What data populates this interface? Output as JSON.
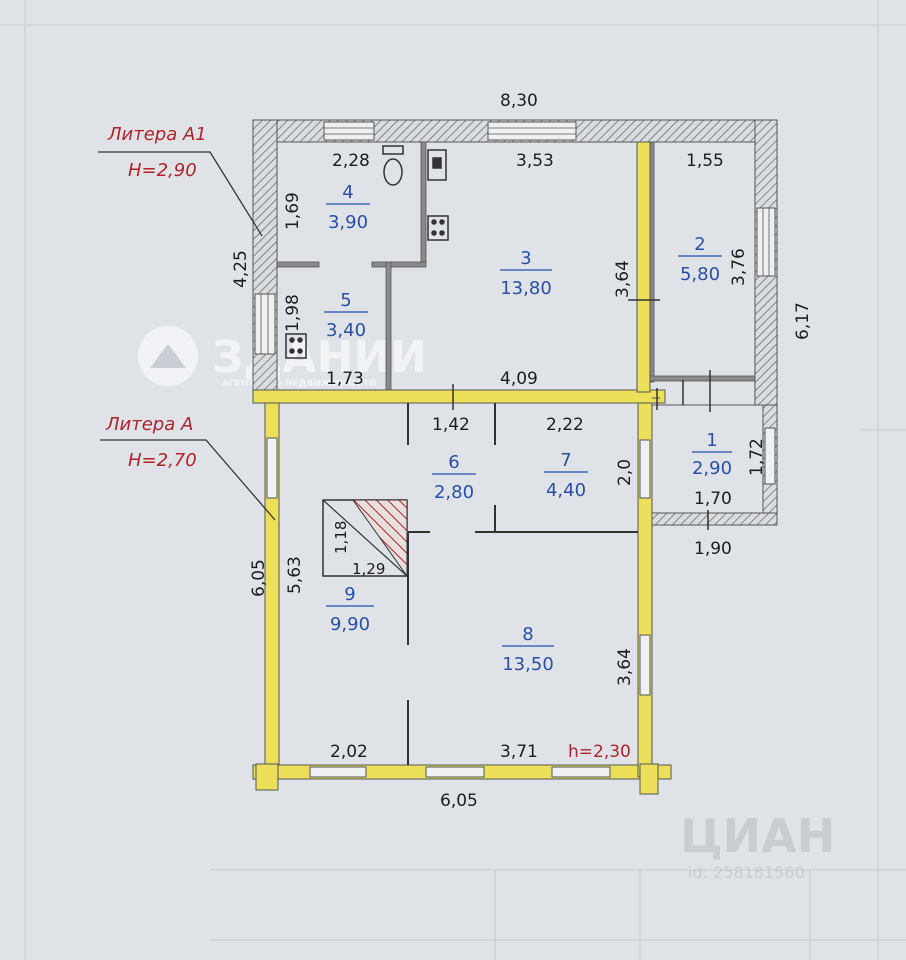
{
  "literas": [
    {
      "name": "Литера А1",
      "height": "Н=2,90"
    },
    {
      "name": "Литера А",
      "height": "Н=2,70"
    }
  ],
  "rooms": [
    {
      "num": "1",
      "area": "2,90"
    },
    {
      "num": "2",
      "area": "5,80"
    },
    {
      "num": "3",
      "area": "13,80"
    },
    {
      "num": "4",
      "area": "3,90"
    },
    {
      "num": "5",
      "area": "3,40"
    },
    {
      "num": "6",
      "area": "2,80"
    },
    {
      "num": "7",
      "area": "4,40"
    },
    {
      "num": "8",
      "area": "13,50"
    },
    {
      "num": "9",
      "area": "9,90"
    }
  ],
  "dimensions": {
    "top_width": "8,30",
    "right_height": "6,17",
    "left_a1_height": "4,25",
    "left_a_height": "6,05",
    "bottom_width": "6,05",
    "r4_width": "2,28",
    "r4_height": "1,69",
    "r3_width": "3,53",
    "r3_height": "3,64",
    "r2_width": "1,55",
    "r2_height": "3,76",
    "r5_height": "1,98",
    "r5_width": "1,73",
    "r3_bottom_width": "4,09",
    "r6_width": "1,42",
    "r7_width": "2,22",
    "r7_height": "2,0",
    "r1_height": "1,72",
    "r1_width": "1,70",
    "r1_outer_width": "1,90",
    "r9_height": "5,63",
    "stair_h": "1,18",
    "stair_w": "1,29",
    "r8_height": "3,64",
    "r9_bottom_width": "2,02",
    "r8_bottom_width": "3,71",
    "r8_ceiling": "h=2,30"
  },
  "watermarks": {
    "left_brand": "ЗДАНИИ",
    "left_sub": "АГЕНТСТВО НЕДВИЖИМОСТИ",
    "right_brand": "ЦИАН",
    "right_id": "id: 258181560"
  },
  "colors": {
    "wall_hatch": "#6e6e6e",
    "litera_a_wall": "#ece05a",
    "room_label": "#2a4fa6",
    "litera_label": "#b0232a",
    "stair_hatch": "#b0232a"
  }
}
